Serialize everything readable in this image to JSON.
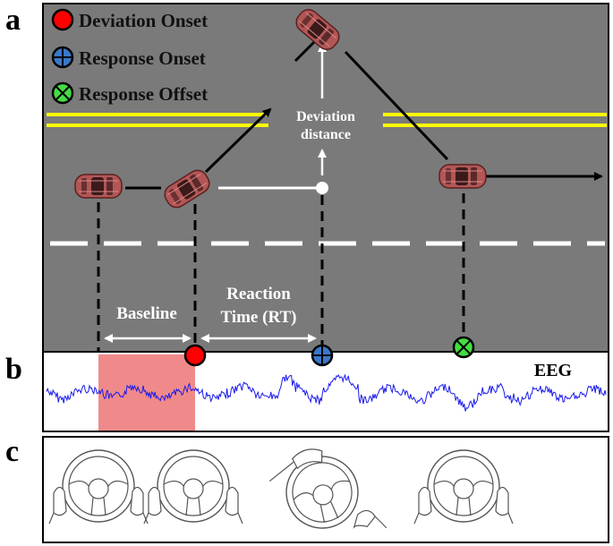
{
  "panels": {
    "a": "a",
    "b": "b",
    "c": "c"
  },
  "legend": {
    "deviation_onset": "Deviation Onset",
    "response_onset": "Response Onset",
    "response_offset": "Response Offset"
  },
  "labels": {
    "deviation_line1": "Deviation",
    "deviation_line2": "distance",
    "baseline": "Baseline",
    "reaction_line1": "Reaction",
    "reaction_line2": "Time (RT)",
    "eeg": "EEG"
  },
  "colors": {
    "road": "#7a7a7a",
    "lane_yellow": "#ffff00",
    "car": "#b05757",
    "deviation_marker": "#ff0000",
    "response_onset_marker": "#3a78c8",
    "response_offset_marker": "#44dd44",
    "eeg_trace": "#1a1aee",
    "baseline_fill": "#f08a8a"
  },
  "icons": [
    "car-icon",
    "steering-wheel-icon",
    "hands-on-wheel-icon"
  ]
}
